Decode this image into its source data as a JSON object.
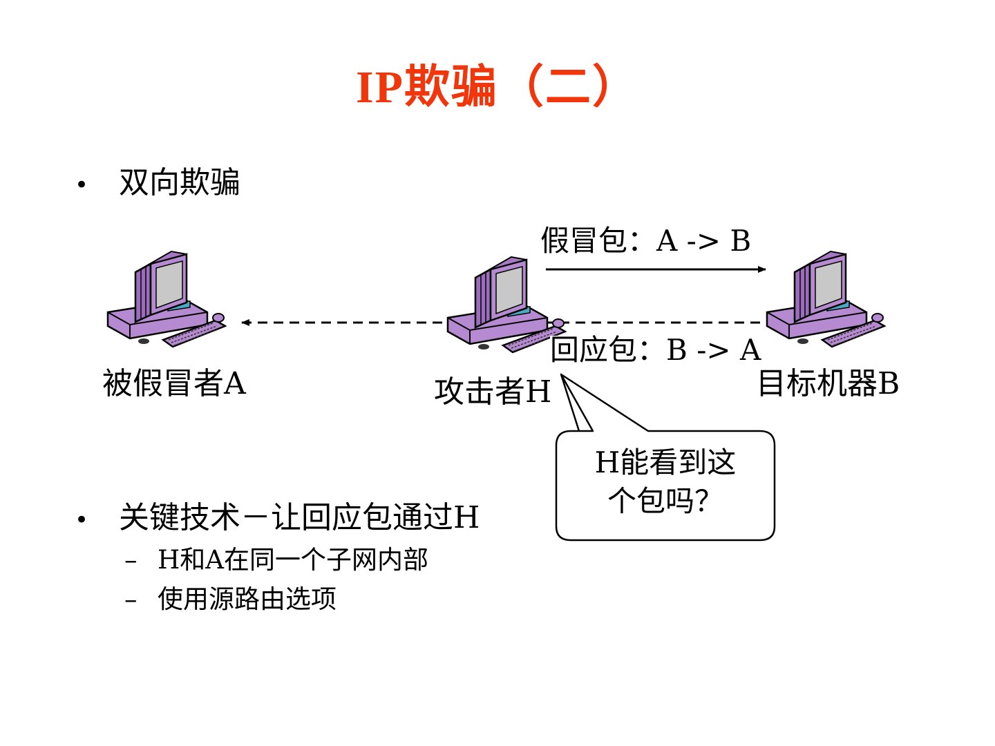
{
  "slide": {
    "title": "IP欺骗（二）",
    "title_color": "#f0360a",
    "bullets": [
      {
        "text": "双向欺骗"
      },
      {
        "text": "关键技术－让回应包通过H",
        "sub_items": [
          "H和A在同一个子网内部",
          "使用源路由选项"
        ]
      }
    ],
    "bullet_glyph": "•",
    "dash_glyph": "–"
  },
  "diagram": {
    "nodes": [
      {
        "id": "A",
        "label": "被假冒者A",
        "icon": "computer-icon"
      },
      {
        "id": "H",
        "label": "攻击者H",
        "icon": "computer-icon"
      },
      {
        "id": "B",
        "label": "目标机器B",
        "icon": "computer-icon"
      }
    ],
    "edges": [
      {
        "from": "H",
        "to": "B",
        "style": "solid",
        "label": "假冒包：A -> B"
      },
      {
        "from": "B",
        "to": "A",
        "style": "dashed",
        "label": "回应包：B -> A"
      }
    ],
    "callout": {
      "points_to": "H",
      "lines": [
        "H能看到这",
        "个包吗？"
      ]
    },
    "colors": {
      "computer_body": "#b68ad0",
      "computer_dark": "#8a4fa8",
      "screen": "#c8c8c8",
      "line": "#000000"
    }
  }
}
